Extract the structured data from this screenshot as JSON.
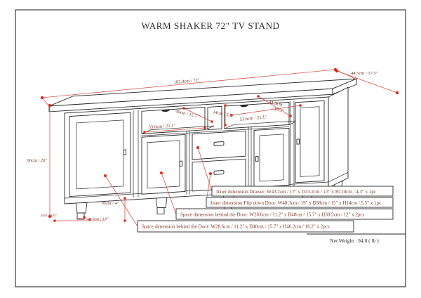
{
  "sheet": {
    "title": "WARM SHAKER 72\" TV STAND",
    "net_weight": "Net Weight : 94.8 ( lb )"
  },
  "dimensions": {
    "overall_width": "182.9cm / 72\"",
    "overall_depth": "44.5cm / 17.5\"",
    "overall_height": "66cm / 26\"",
    "shelf_left_width": "53.6cm / 21.1\"",
    "shelf_center_width": "40cm / 15.7\"",
    "shelf_center_height": "14cm / 5.5\"",
    "shelf_right_width": "53.6cm / 21.1\"",
    "shelf_depth_line1": "41.5cm",
    "shelf_depth_line2": "/ 16.3\"",
    "leg_height": "10cm / 4\"",
    "leg_front_width": "4cm / 1.6\"",
    "leg_side_width": "4cm / 1.6\""
  },
  "callouts": [
    {
      "label": "Inner dimension Drawer: W43.2cm / 17\" x D33.2cm / 13\" x H110cm / 4.3\" x 1pc"
    },
    {
      "label": "Inner dimension Flip down Door: W48.3cm / 19\" x D38cm / 15\" x H14cm / 5.5\" x 1pc"
    },
    {
      "label": "Space dimension behind the Door: W28.6cm / 11.2\" x D40cm / 15.7\" x H30.5cm / 12\" x 2pcs"
    },
    {
      "label": "Space dimension behind the Door: W28.6cm / 11.2\" x D40cm / 15.7\" x H46.2cm / 18.2\" x 2pcs"
    }
  ],
  "colors": {
    "ink": "#2a2a2a",
    "red-line": "#d4574a",
    "red-dot": "#e02b1c",
    "dim-text": "#6e352a",
    "callout-text": "#7c392a"
  }
}
